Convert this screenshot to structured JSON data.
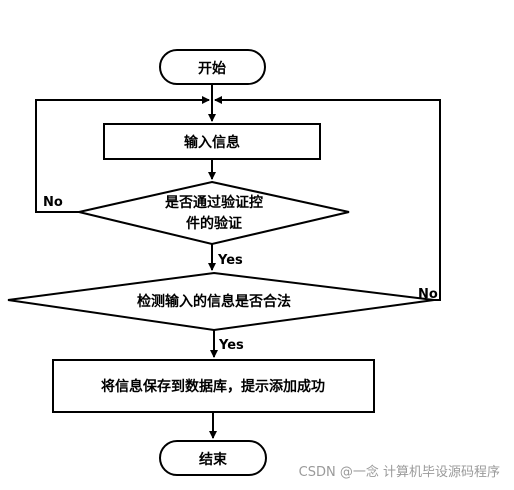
{
  "nodes": {
    "start": "开始",
    "input": "输入信息",
    "verify_line1": "是否通过验证控",
    "verify_line2": "件的验证",
    "check": "检测输入的信息是否合法",
    "save": "将信息保存到数据库，提示添加成功",
    "end": "结束"
  },
  "edges": {
    "verify_no": "No",
    "verify_yes": "Yes",
    "check_no": "No",
    "check_yes": "Yes"
  },
  "watermark": "CSDN @一念 计算机毕设源码程序"
}
